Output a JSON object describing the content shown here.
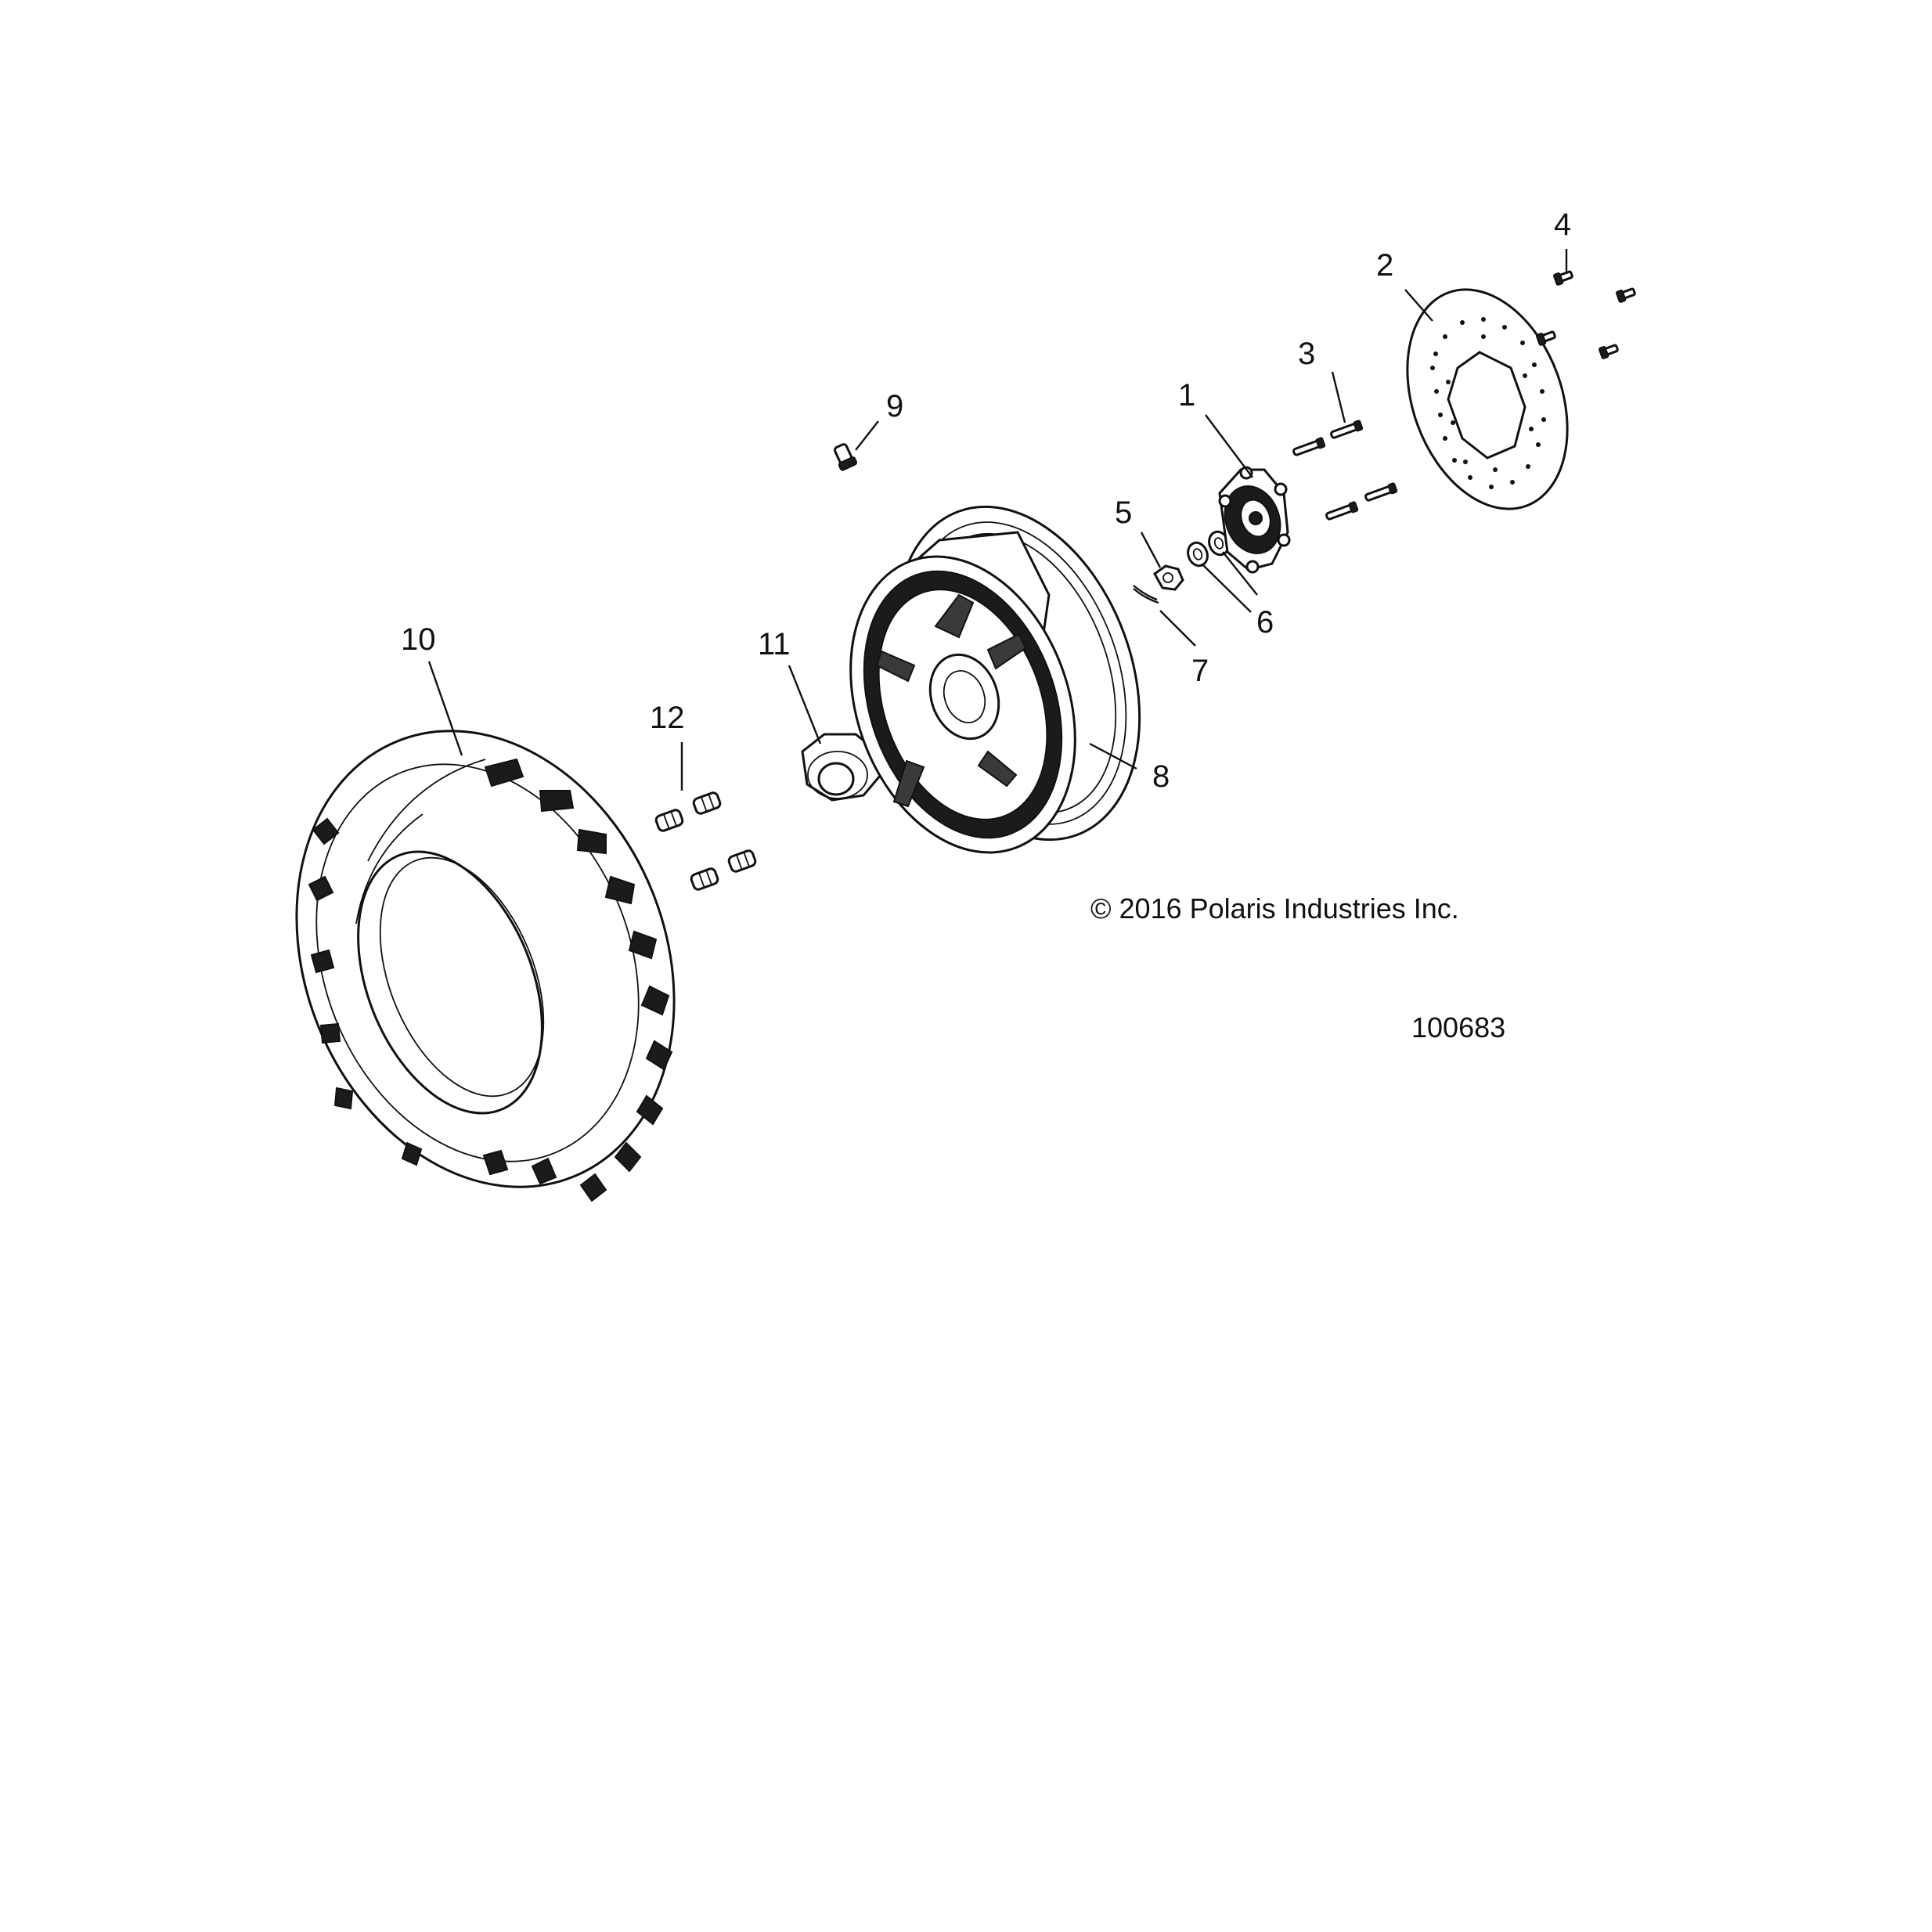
{
  "callouts": {
    "c1": "1",
    "c2": "2",
    "c3": "3",
    "c4": "4",
    "c5": "5",
    "c6": "6",
    "c7": "7",
    "c8": "8",
    "c9": "9",
    "c10": "10",
    "c11": "11",
    "c12": "12"
  },
  "copyright": "© 2016 Polaris Industries Inc.",
  "figure_id": "100683"
}
